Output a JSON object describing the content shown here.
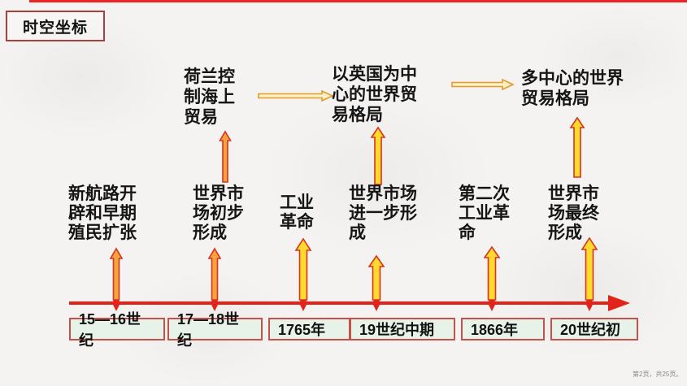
{
  "slide": {
    "title": "时空坐标",
    "footer": "第2页，共25页。"
  },
  "top_flow": [
    {
      "label": "荷兰控\n制海上\n贸易"
    },
    {
      "label": "以英国为中\n心的世界贸\n易格局"
    },
    {
      "label": "多中心的世界\n贸易格局"
    }
  ],
  "events": [
    {
      "label": "新航路开\n辟和早期\n殖民扩张",
      "date": "15—16世纪"
    },
    {
      "label": "世界市\n场初步\n形成",
      "date": "17—18世纪"
    },
    {
      "label": "工业\n革命",
      "date": "1765年"
    },
    {
      "label": "世界市场\n进一步形\n成",
      "date": "19世纪中期"
    },
    {
      "label": "第二次\n工业革\n命",
      "date": "1866年"
    },
    {
      "label": "世界市\n场最终\n形成",
      "date": "20世纪初"
    }
  ],
  "colors": {
    "timeline_red": "#e2231a",
    "top_line_red": "#ee2424",
    "arrow_yellow": "#ffd92e",
    "arrow_orange": "#f5a33c",
    "arrow_stroke": "#d63320",
    "horizontal_arrow_fill": "#fdf0c2",
    "horizontal_arrow_stroke": "#e09b2d",
    "date_box_bg": "#e7f2e8",
    "date_box_border": "#c4524a",
    "title_border": "#a5403c"
  }
}
